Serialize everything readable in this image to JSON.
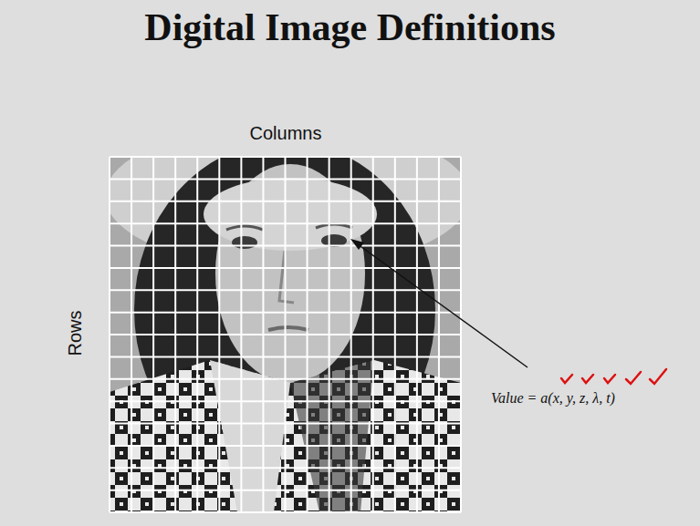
{
  "diagram": {
    "title": "Digital Image Definitions",
    "labels": [
      "Columns",
      "Rows",
      "Value = a(x, y, z, λ, t)"
    ]
  }
}
